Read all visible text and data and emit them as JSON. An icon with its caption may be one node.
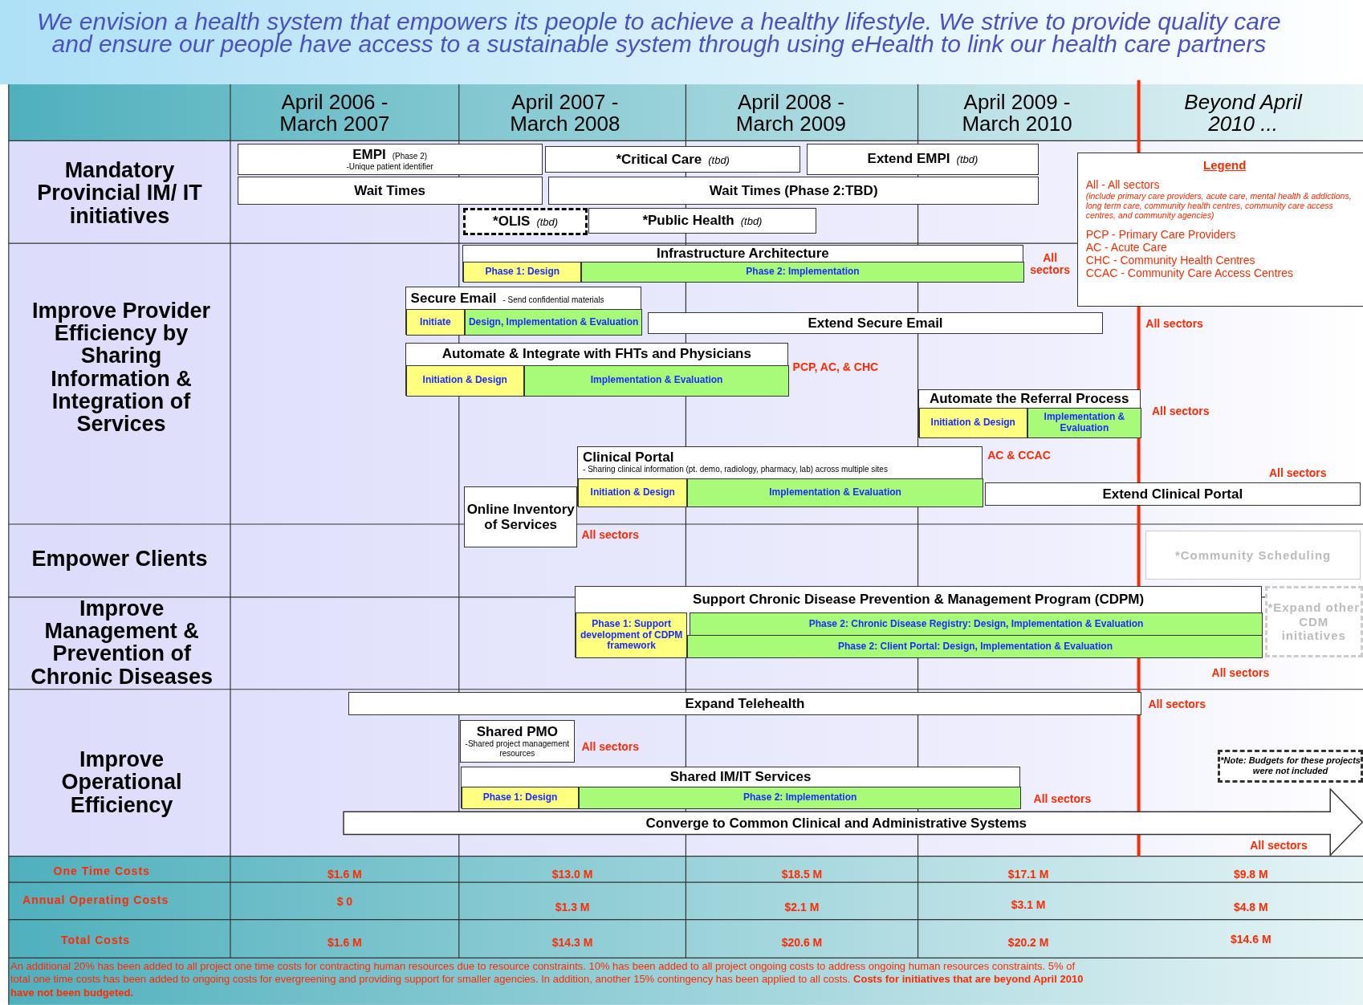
{
  "diagram": {
    "title": "We envision a health system that empowers its people to achieve a healthy lifestyle.  We strive to provide quality care and ensure our people have access to a sustainable system through using eHealth to link our health care partners",
    "nodes": [
      {
        "text": [
          "EMPI",
          "(Phase 2)",
          "-Unique patient identifier"
        ]
      },
      {
        "text": [
          "*Critical Care",
          "(tbd)"
        ]
      },
      {
        "text": [
          "Extend EMPI",
          "(tbd)"
        ]
      },
      {
        "text": [
          "Wait Times"
        ]
      },
      {
        "text": [
          "Wait Times (Phase 2:TBD)"
        ]
      },
      {
        "text": [
          "*OLIS",
          "(tbd)"
        ]
      },
      {
        "text": [
          "*Public Health",
          "(tbd)"
        ]
      },
      {
        "text": [
          "Legend",
          "All - All sectors",
          "(include primary care providers, acute care, mental health & addictions, long term care, community health centres, community care access centres, and community agencies)",
          "PCP - Primary Care Providers",
          "AC - Acute Care",
          "CHC - Community Health Centres",
          "CCAC - Community Care Access Centres"
        ]
      },
      {
        "text": [
          "Infrastructure Architecture"
        ]
      },
      {
        "text": [
          "Phase 1: Design"
        ],
        "in": 8
      },
      {
        "text": [
          "Phase 2: Implementation"
        ],
        "in": 8
      },
      {
        "text": [
          "Secure Email",
          "- Send confidential materials"
        ]
      },
      {
        "text": [
          "Initiate"
        ],
        "in": 11
      },
      {
        "text": [
          "Design, Implementation & Evaluation"
        ],
        "in": 11
      },
      {
        "text": [
          "Extend Secure Email"
        ]
      },
      {
        "text": [
          "Automate & Integrate with FHTs and Physicians"
        ]
      },
      {
        "text": [
          "Initiation & Design"
        ],
        "in": 15
      },
      {
        "text": [
          "Implementation & Evaluation"
        ],
        "in": 15
      },
      {
        "text": [
          "Automate the Referral Process"
        ]
      },
      {
        "text": [
          "Initiation & Design"
        ],
        "in": 18
      },
      {
        "text": [
          "Implementation & Evaluation"
        ],
        "in": 18
      },
      {
        "text": [
          "Clinical Portal",
          "- Sharing clinical information (pt. demo, radiology, pharmacy, lab) across multiple sites"
        ]
      },
      {
        "text": [
          "Initiation & Design"
        ],
        "in": 21
      },
      {
        "text": [
          "Implementation & Evaluation"
        ],
        "in": 21
      },
      {
        "text": [
          "Extend Clinical Portal"
        ]
      },
      {
        "text": [
          "Online Inventory of Services"
        ]
      },
      {
        "text": [
          "*Community Scheduling"
        ]
      },
      {
        "text": [
          "Support Chronic Disease Prevention & Management Program (CDPM)"
        ]
      },
      {
        "text": [
          "Phase 1: Support development of CDPM framework"
        ],
        "in": 27
      },
      {
        "text": [
          "Phase 2: Chronic Disease Registry: Design, Implementation & Evaluation"
        ],
        "in": 27
      },
      {
        "text": [
          "Phase 2: Client Portal: Design, Implementation & Evaluation"
        ],
        "in": 27
      },
      {
        "text": [
          "*Expand other CDM initiatives"
        ]
      },
      {
        "text": [
          "Expand Telehealth"
        ]
      },
      {
        "text": [
          "Shared PMO",
          "-Shared project management resources"
        ]
      },
      {
        "text": [
          "Shared IM/IT Services"
        ]
      },
      {
        "text": [
          "Phase 1: Design"
        ],
        "in": 34
      },
      {
        "text": [
          "Phase 2: Implementation"
        ],
        "in": 34
      },
      {
        "text": [
          "*Note: Budgets for these projects were not included"
        ]
      },
      {
        "text": [
          "Converge to Common Clinical and Administrative Systems"
        ]
      }
    ],
    "labels": [
      "April 2006 - March 2007",
      "April 2007 - March 2008",
      "April 2008 - March 2009",
      "April 2009 - March 2010",
      "Beyond April 2010 ...",
      "Mandatory Provincial IM/ IT initiatives",
      "Improve Provider Efficiency by Sharing Information & Integration of Services",
      "Empower Clients",
      "Improve Management & Prevention of Chronic Diseases",
      "Improve Operational Efficiency",
      "All sectors",
      "All sectors",
      "PCP, AC, & CHC",
      "All sectors",
      "AC & CCAC",
      "All sectors",
      "All sectors",
      "All sectors",
      "All sectors",
      "All sectors",
      "All sectors",
      "All sectors",
      "One Time Costs",
      "$1.6 M",
      "$13.0 M",
      "$18.5 M",
      "$17.1 M",
      "$9.8 M",
      "Annual Operating Costs",
      "$ 0",
      "$1.3 M",
      "$2.1 M",
      "$3.1 M",
      "$4.8 M",
      "Total Costs",
      "$1.6 M",
      "$14.3 M",
      "$20.6 M",
      "$20.2 M",
      "$14.6 M",
      "An additional 20% has been added to all project one time costs for contracting human resources due to resource constraints.  10% has been added to all project ongoing costs to address ongoing human resources constraints.  5% of total one time costs has been added to ongoing costs for evergreening and providing support for smaller agencies.   In addition, another 15% contingency has been applied to all costs.  **Costs for initiatives that are beyond April 2010 have not been budgeted.**"
    ]
  }
}
